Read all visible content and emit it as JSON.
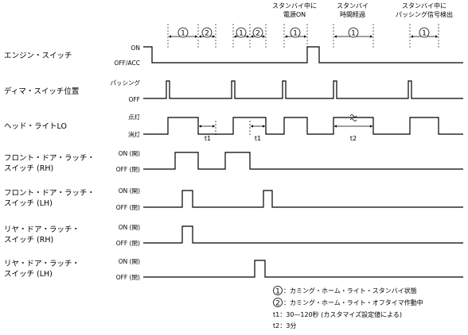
{
  "headers": [
    "スタンバイ中に",
    "電源ON",
    "スタンバイ",
    "時間経過",
    "スタンバイ中に",
    "パッシング信号検出"
  ],
  "circle_labels": {
    "one": "1",
    "two": "2"
  },
  "time_labels": {
    "t1": "t1",
    "t2": "t2"
  },
  "signals": [
    {
      "name": [
        "エンジン・スイッチ"
      ],
      "high": "ON",
      "low": "OFF/ACC"
    },
    {
      "name": [
        "ディマ・スイッチ位置"
      ],
      "high": "パッシング",
      "low": "OFF"
    },
    {
      "name": [
        "ヘッド・ライトLO"
      ],
      "high": "点灯",
      "low": "消灯"
    },
    {
      "name": [
        "フロント・ドア・ラッチ・",
        "スイッチ (RH)"
      ],
      "high": "ON (開)",
      "low": "OFF (閉)"
    },
    {
      "name": [
        "フロント・ドア・ラッチ・",
        "スイッチ (LH)"
      ],
      "high": "ON (開)",
      "low": "OFF (閉)"
    },
    {
      "name": [
        "リヤ・ドア・ラッチ・",
        "スイッチ (RH)"
      ],
      "high": "ON (開)",
      "low": "OFF (閉)"
    },
    {
      "name": [
        "リヤ・ドア・ラッチ・",
        "スイッチ (LH)"
      ],
      "high": "ON (開)",
      "low": "OFF (閉)"
    }
  ],
  "legend": [
    {
      "marker": "1",
      "text": "：カミング・ホーム・ライト・スタンバイ状態"
    },
    {
      "marker": "2",
      "text": "：カミング・ホーム・ライト・オフタイマ作動中"
    },
    {
      "marker": "",
      "text": "t1：30—120秒 (カスタマイズ設定値による)"
    },
    {
      "marker": "",
      "text": "t2：3分"
    }
  ]
}
